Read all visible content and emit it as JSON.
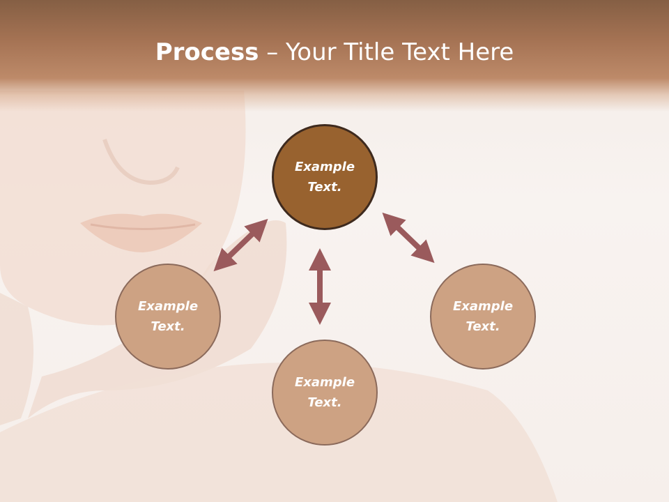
{
  "slide": {
    "title_bold": "Process",
    "title_rest": " – Your Title Text Here"
  },
  "nodes": [
    {
      "id": "top",
      "label": "Example Text.",
      "style": "dark"
    },
    {
      "id": "left",
      "label": "Example Text.",
      "style": "light"
    },
    {
      "id": "bottom",
      "label": "Example Text.",
      "style": "light"
    },
    {
      "id": "right",
      "label": "Example Text.",
      "style": "light"
    }
  ],
  "colors": {
    "header": "#a47253",
    "dark_node": "#98622f",
    "light_node": "#cda283",
    "arrow": "#9a5a5c"
  },
  "background_image": "woman-face-photo"
}
